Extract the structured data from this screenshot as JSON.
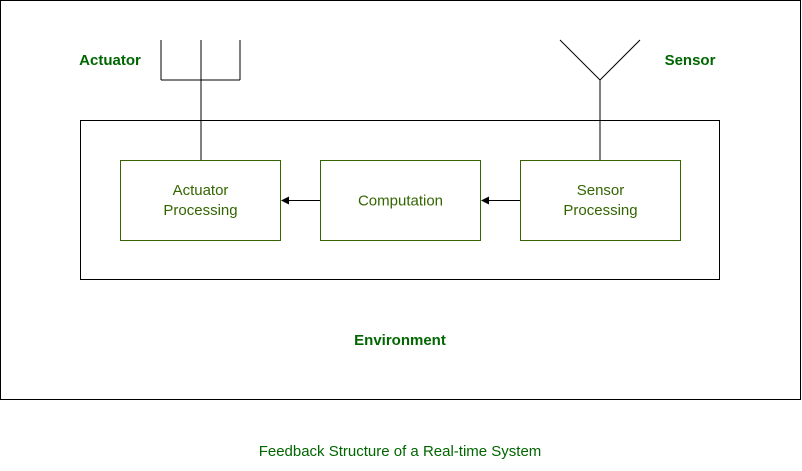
{
  "diagram": {
    "labels": {
      "actuator": "Actuator",
      "sensor": "Sensor",
      "environment": "Environment"
    },
    "blocks": {
      "actuator_processing": [
        "Actuator",
        "Processing"
      ],
      "computation": [
        "Computation"
      ],
      "sensor_processing": [
        "Sensor",
        "Processing"
      ]
    },
    "caption": "Feedback Structure of a Real-time System"
  },
  "colors": {
    "text_green": "#006600",
    "box_green": "#336600",
    "line": "#000000"
  }
}
